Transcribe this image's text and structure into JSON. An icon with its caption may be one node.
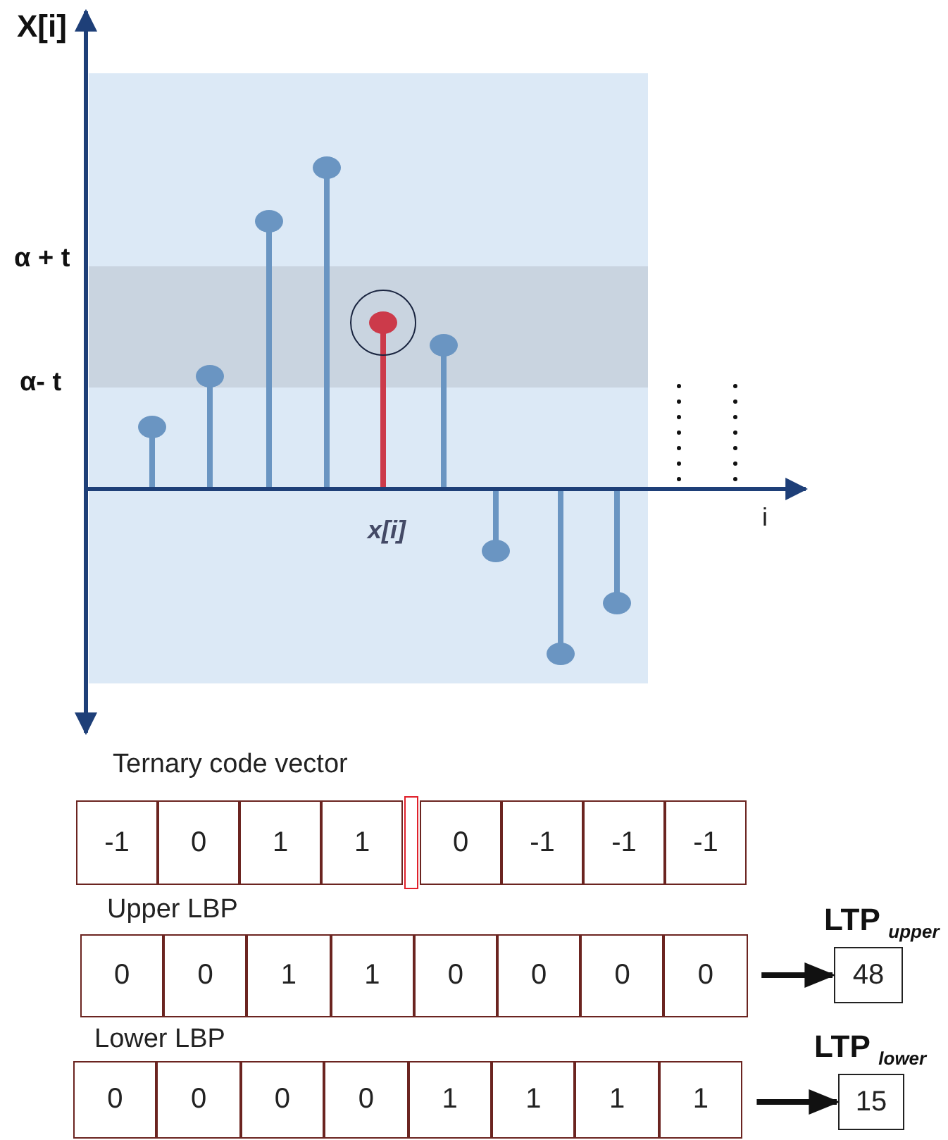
{
  "diagram": {
    "nodes": [
      {
        "text": [
          "-1"
        ]
      },
      {
        "text": [
          "0"
        ]
      },
      {
        "text": [
          "1"
        ]
      },
      {
        "text": [
          "1"
        ]
      },
      {
        "text": [
          "0"
        ]
      },
      {
        "text": [
          "-1"
        ]
      },
      {
        "text": [
          "-1"
        ]
      },
      {
        "text": [
          "-1"
        ]
      },
      {
        "text": [
          "0"
        ]
      },
      {
        "text": [
          "0"
        ]
      },
      {
        "text": [
          "1"
        ]
      },
      {
        "text": [
          "1"
        ]
      },
      {
        "text": [
          "0"
        ]
      },
      {
        "text": [
          "0"
        ]
      },
      {
        "text": [
          "0"
        ]
      },
      {
        "text": [
          "0"
        ]
      },
      {
        "text": [
          "48"
        ],
        "beside": [
          "LTP $_{upper}$"
        ]
      },
      {
        "text": [
          "0"
        ]
      },
      {
        "text": [
          "0"
        ]
      },
      {
        "text": [
          "0"
        ]
      },
      {
        "text": [
          "0"
        ]
      },
      {
        "text": [
          "1"
        ]
      },
      {
        "text": [
          "1"
        ]
      },
      {
        "text": [
          "1"
        ]
      },
      {
        "text": [
          "1"
        ]
      },
      {
        "text": [
          "15"
        ],
        "beside": [
          "LTP $_{lower}$"
        ]
      }
    ],
    "edges": [
      {
        "from": 15,
        "to": 16,
        "arrow": "to"
      },
      {
        "from": 24,
        "to": 25,
        "arrow": "to"
      }
    ],
    "labels": [
      "X[i]",
      "α + t",
      "α- t",
      "i",
      "x[i]",
      "Ternary code vector",
      "Upper LBP",
      "Lower LBP"
    ]
  }
}
